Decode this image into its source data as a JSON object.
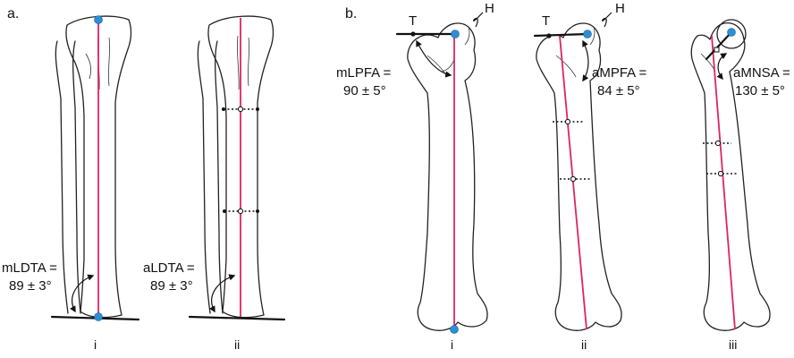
{
  "panel_a": {
    "letter": "a.",
    "fig_i": {
      "label": "i",
      "angle_line1": "mLDTA =",
      "angle_line2": "89 ± 3°"
    },
    "fig_ii": {
      "label": "ii",
      "angle_line1": "aLDTA =",
      "angle_line2": "89 ± 3°"
    }
  },
  "panel_b": {
    "letter": "b.",
    "fig_i": {
      "label": "i",
      "marker_t": "T",
      "marker_h": "H",
      "angle_line1": "mLPFA =",
      "angle_line2": "90 ± 5°"
    },
    "fig_ii": {
      "label": "ii",
      "marker_t": "T",
      "marker_h": "H",
      "angle_line1": "aMPFA =",
      "angle_line2": "84 ± 5°"
    },
    "fig_iii": {
      "label": "iii",
      "angle_line1": "aMNSA =",
      "angle_line2": "130 ± 5°"
    }
  },
  "colors": {
    "axis": "#e0245e",
    "landmark": "#2b8fd6",
    "outline": "#222222"
  }
}
